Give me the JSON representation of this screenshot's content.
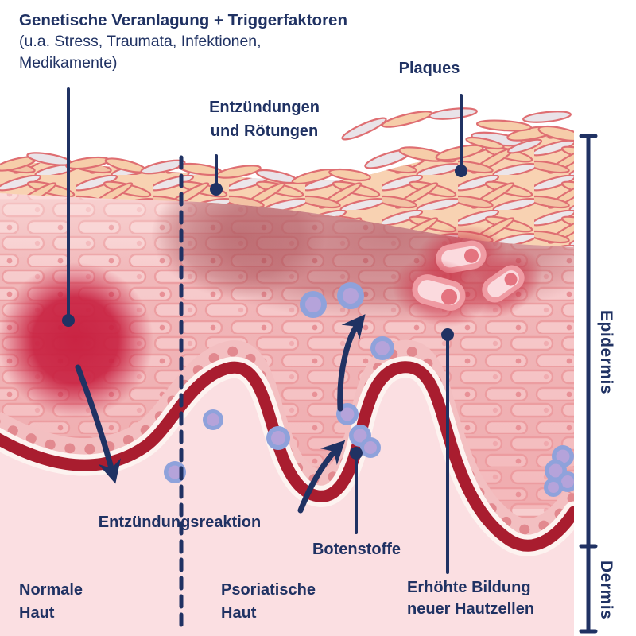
{
  "diagram": {
    "subject": "psoriasis-skin-cross-section",
    "annotations": {
      "genetic": {
        "line1": "Genetische Veranlagung + Triggerfaktoren",
        "line2": "(u.a. Stress, Traumata, Infektionen,",
        "line3": "Medikamente)"
      },
      "plaques": {
        "label": "Plaques"
      },
      "inflammation": {
        "line1": "Entzündungen",
        "line2": "und Rötungen"
      },
      "reaction": {
        "label": "Entzündungsreaktion"
      },
      "messengers": {
        "label": "Botenstoffe"
      },
      "new_cells": {
        "line1": "Erhöhte Bildung",
        "line2": "neuer Hautzellen"
      }
    },
    "layers": {
      "epidermis": "Epidermis",
      "dermis": "Dermis"
    },
    "regions": {
      "normal": {
        "line1": "Normale",
        "line2": "Haut"
      },
      "psoriatic": {
        "line1": "Psoriatische",
        "line2": "Haut"
      }
    },
    "colors": {
      "label_navy": "#203263",
      "basement_membrane_red": "#a91d2f",
      "inflammation_red": "#c81f3f",
      "dermis_pink": "#fbdfe2",
      "cell_pink": "#f7cecf",
      "cell_outline": "#ec9fa2",
      "flake_peach": "#f6cda9",
      "flake_gray": "#e9e3e8",
      "flake_outline": "#df6e72",
      "messenger_blue_outer": "#8fa2db",
      "messenger_blue_inner": "#b5a3da"
    }
  }
}
